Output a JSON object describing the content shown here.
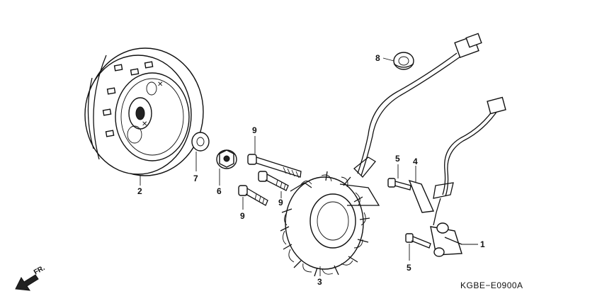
{
  "callouts": {
    "p1": "1",
    "p2": "2",
    "p3": "3",
    "p4": "4",
    "p5a": "5",
    "p5b": "5",
    "p6": "6",
    "p7": "7",
    "p8": "8",
    "p9a": "9",
    "p9b": "9",
    "p9c": "9"
  },
  "diagram_code": "KGBE−E0900A",
  "direction_label": "FR."
}
